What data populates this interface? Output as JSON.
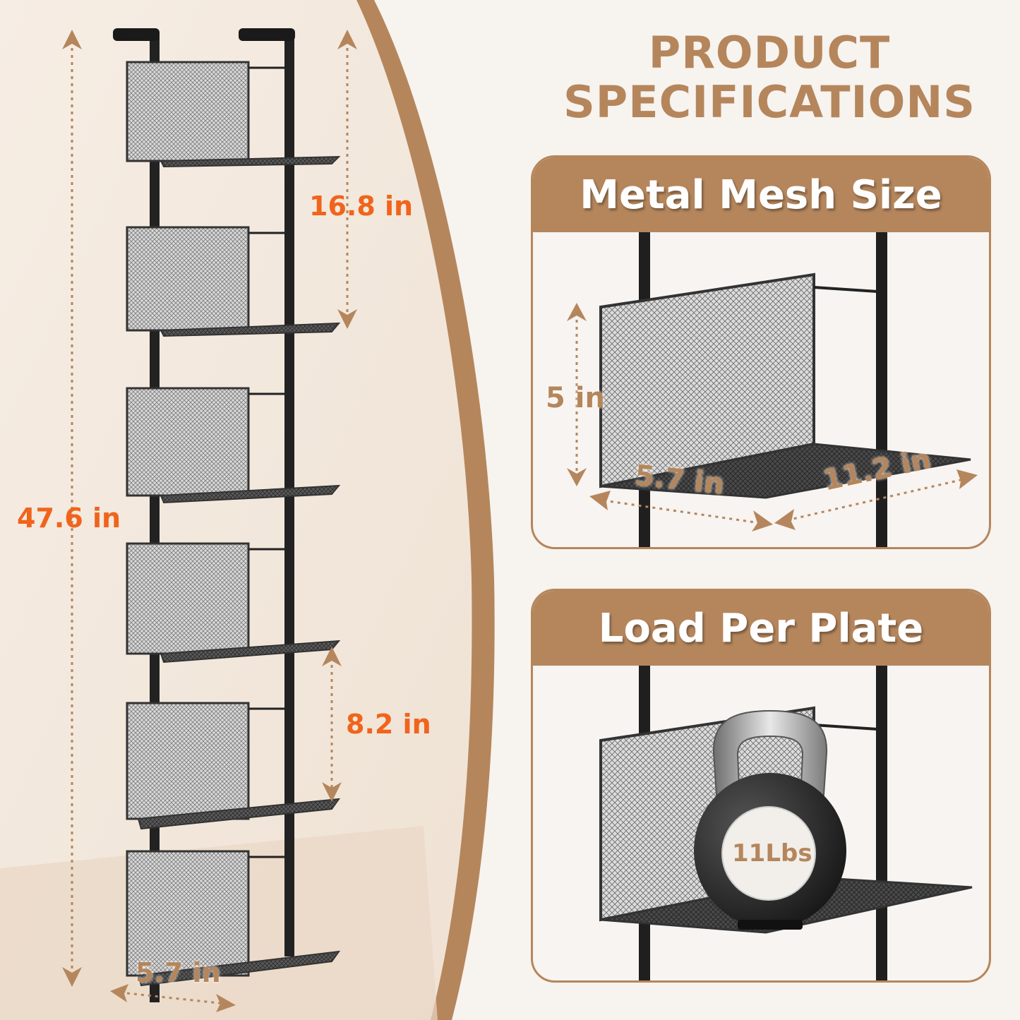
{
  "header": {
    "title_line1": "PRODUCT",
    "title_line2": "SPECIFICATIONS"
  },
  "dimensions": {
    "total_height": "47.6 in",
    "shelf_spacing": "16.8 in",
    "lower_spacing": "8.2 in",
    "depth": "5.7 in"
  },
  "mesh_panel": {
    "heading": "Metal Mesh Size",
    "height": "5 in",
    "depth": "5.7 in",
    "width": "11.2 in"
  },
  "load_panel": {
    "heading": "Load Per Plate",
    "weight": "11Lbs"
  },
  "colors": {
    "accent": "#b5865c",
    "dimension": "#f0641c",
    "metal": "#2a2a2a"
  }
}
